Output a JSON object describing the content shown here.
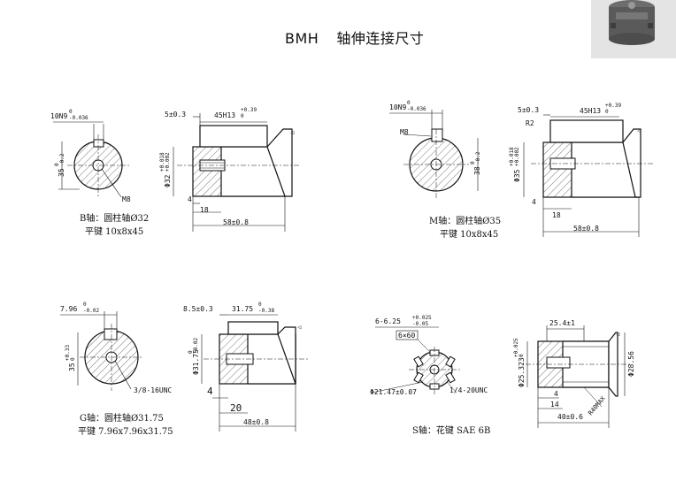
{
  "title": {
    "model": "BMH",
    "subtitle": "轴伸连接尺寸"
  },
  "thumbnail": {
    "icon": "motor-photo"
  },
  "shafts": [
    {
      "id": "b",
      "caption_line1": "B轴：圆柱轴Ø32",
      "caption_line2": "平键 10x8x45",
      "dims": {
        "key_width": "10N9",
        "key_width_tol_up": "0",
        "key_width_tol_low": "-0.036",
        "height": "35",
        "height_tol_up": "0",
        "height_tol_low": "-0.2",
        "thread": "M8",
        "offset": "5±0.3",
        "key_len": "45H13",
        "key_len_tol_up": "+0.39",
        "key_len_tol_low": "0",
        "diameter": "Φ32",
        "diameter_tol_up": "+0.018",
        "diameter_tol_low": "+0.002",
        "step": "4",
        "depth": "18",
        "length": "58±0.8"
      }
    },
    {
      "id": "m",
      "caption_line1": "M轴：圆柱轴Ø35",
      "caption_line2": "平键 10x8x45",
      "dims": {
        "key_width": "10N9",
        "key_width_tol_up": "0",
        "key_width_tol_low": "-0.036",
        "height": "38",
        "height_tol_up": "0",
        "height_tol_low": "-0.2",
        "thread": "M8",
        "offset": "5±0.3",
        "radius": "R2",
        "key_len": "45H13",
        "key_len_tol_up": "+0.39",
        "key_len_tol_low": "0",
        "diameter": "Φ35",
        "diameter_tol_up": "+0.018",
        "diameter_tol_low": "+0.002",
        "step": "4",
        "depth": "18",
        "length": "58±0.8"
      }
    },
    {
      "id": "g",
      "caption_line1": "G轴：圆柱轴Ø31.75",
      "caption_line2": "平键 7.96x7.96x31.75",
      "dims": {
        "key_width": "7.96",
        "key_width_tol_up": "0",
        "key_width_tol_low": "-0.02",
        "height": "35",
        "height_tol_up": "+0.33",
        "height_tol_low": "0",
        "thread": "3/8-16UNC",
        "offset": "8.5±0.3",
        "key_len": "31.75",
        "key_len_tol_up": "0",
        "key_len_tol_low": "-0.38",
        "diameter": "Φ31.75",
        "diameter_tol_up": "0",
        "diameter_tol_low": "-0.02",
        "step": "4",
        "depth": "20",
        "length": "48±0.8"
      }
    },
    {
      "id": "s",
      "caption_line1": "S轴：花键 SAE 6B",
      "dims": {
        "spline_width": "6-6.25",
        "spline_tol_up": "+0.025",
        "spline_tol_low": "-0.05",
        "angle": "6×60",
        "outer_diameter": "Φ21.47±0.07",
        "thread": "1/4-20UNC",
        "spline_len": "25.4±1",
        "diameter": "Φ25.323",
        "diameter_tol_up": "+0.025",
        "diameter_tol_low": "0",
        "od": "Φ28.56",
        "radius": "R40MAX",
        "step": "4",
        "depth": "14",
        "length": "40±0.6"
      }
    }
  ]
}
